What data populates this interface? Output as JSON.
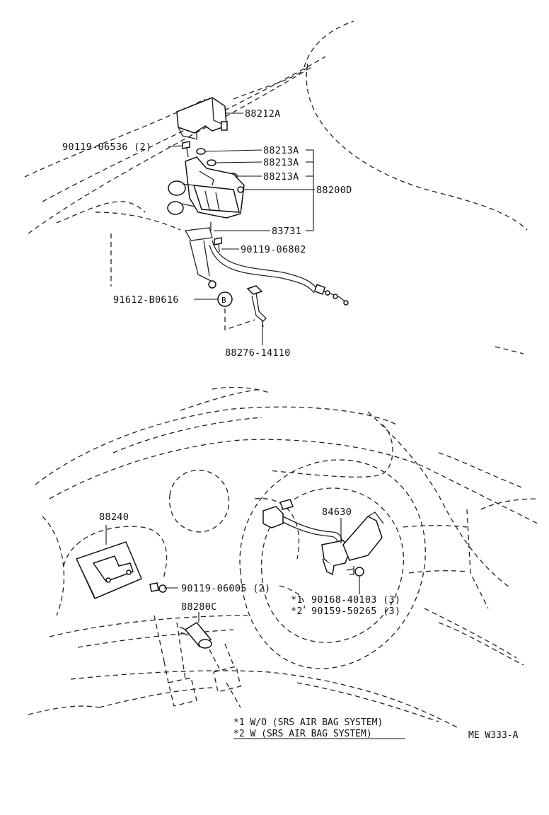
{
  "labels": {
    "p88212A": "88212A",
    "p90119_06536": "90119-06536 (2)",
    "p88213A_1": "88213A",
    "p88213A_2": "88213A",
    "p88213A_3": "88213A",
    "p88200D": "88200D",
    "p83731": "83731",
    "p90119_06802": "90119-06802",
    "p91612_B0616": "91612-B0616",
    "marker_B": "B",
    "p88276_14110": "88276-14110",
    "p88240": "88240",
    "p84630": "84630",
    "p90119_06005": "90119-06005 (2)",
    "star1": "*1",
    "p90168_40103": "90168-40103 (3)",
    "star2": "*2",
    "p90159_50265": "90159-50265 (3)",
    "p88280C": "88280C"
  },
  "footnotes": {
    "note1": "*1 W/O (SRS AIR BAG SYSTEM)",
    "note2": "*2 W (SRS AIR BAG SYSTEM)"
  },
  "diagram_code": "ME W333-A"
}
